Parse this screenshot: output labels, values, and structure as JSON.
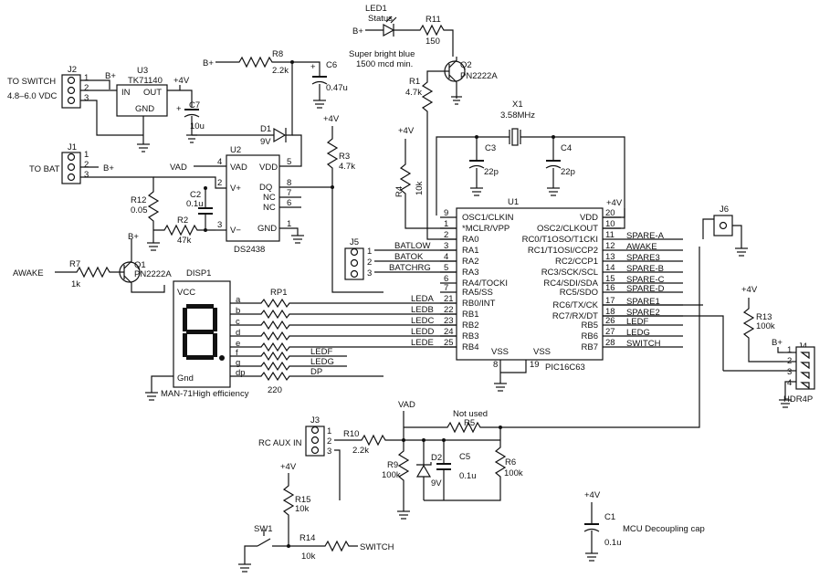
{
  "labels": {
    "to_switch": "TO SWITCH",
    "vdc": "4.8–6.0 VDC",
    "to_bat": "TO BAT",
    "awake_in": "AWAKE",
    "rc_aux": "RC AUX IN",
    "vad_top": "VAD",
    "vad_mid": "VAD",
    "not_used": "Not used",
    "mcu_cap": "MCU Decoupling cap",
    "led_note1": "Super bright blue",
    "led_note2": "1500 mcd min.",
    "switch_net": "SWITCH",
    "bplus": "B+",
    "p4v": "+4V"
  },
  "j2": {
    "ref": "J2",
    "pins": [
      "1",
      "2",
      "3"
    ]
  },
  "j1": {
    "ref": "J1",
    "pins": [
      "1",
      "2",
      "3"
    ]
  },
  "j3": {
    "ref": "J3",
    "pins": [
      "1",
      "2",
      "3"
    ]
  },
  "j5": {
    "ref": "J5",
    "pins": [
      "1",
      "2",
      "3"
    ],
    "nets": [
      "BATLOW",
      "BATOK",
      "BATCHRG"
    ]
  },
  "j6": {
    "ref": "J6"
  },
  "j4": {
    "ref": "J4",
    "name": "HDR4P",
    "pins": [
      "1",
      "2",
      "3",
      "4"
    ]
  },
  "u3": {
    "ref": "U3",
    "part": "TK71140",
    "in": "IN",
    "out": "OUT",
    "gnd": "GND"
  },
  "u2": {
    "ref": "U2",
    "part": "DS2438",
    "pins_left": [
      "4",
      "2",
      "3"
    ],
    "labels_left": [
      "VAD",
      "V+",
      "V−"
    ],
    "pins_right": [
      "5",
      "8",
      "7",
      "6",
      "1"
    ],
    "labels_right": [
      "VDD",
      "DQ",
      "NC",
      "NC",
      "GND"
    ]
  },
  "u1": {
    "ref": "U1",
    "part": "PIC16C63",
    "left_pins": [
      "9",
      "1",
      "2",
      "3",
      "4",
      "5",
      "6",
      "7",
      "21",
      "22",
      "23",
      "24",
      "25"
    ],
    "left_labels": [
      "OSC1/CLKIN",
      "*MCLR/VPP",
      "RA0",
      "RA1",
      "RA2",
      "RA3",
      "RA4/TOCKI",
      "RA5/SS",
      "RB0/INT",
      "RB1",
      "RB2",
      "RB3",
      "RB4"
    ],
    "right_pins": [
      "20",
      "10",
      "11",
      "12",
      "13",
      "14",
      "15",
      "16",
      "17",
      "18",
      "26",
      "27",
      "28"
    ],
    "right_labels": [
      "VDD",
      "OSC2/CLKOUT",
      "RC0/T1OSO/T1CKI",
      "RC1/T1OSI/CCP2",
      "RC2/CCP1",
      "RC3/SCK/SCL",
      "RC4/SDI/SDA",
      "RC5/SDO",
      "RC6/TX/CK",
      "RC7/RX/DT",
      "RB5",
      "RB6",
      "RB7"
    ],
    "right_nets": [
      "",
      "",
      "SPARE-A",
      "AWAKE",
      "SPARE3",
      "SPARE-B",
      "SPARE-C",
      "SPARE-D",
      "SPARE1",
      "SPARE2",
      "LEDF",
      "LEDG",
      "SWITCH"
    ],
    "vss": "VSS",
    "vss_pins": [
      "8",
      "19"
    ]
  },
  "q1": {
    "ref": "Q1",
    "part": "PN2222A"
  },
  "q2": {
    "ref": "Q2",
    "part": "PN2222A"
  },
  "led1": {
    "ref": "LED1",
    "name": "Status"
  },
  "d1": {
    "ref": "D1",
    "value": "9V"
  },
  "d2": {
    "ref": "D2",
    "value": "9V"
  },
  "x1": {
    "ref": "X1",
    "value": "3.58MHz"
  },
  "disp": {
    "ref": "DISP1",
    "part": "MAN-71High efficiency",
    "vcc": "VCC",
    "gnd": "Gnd",
    "segs": [
      "a",
      "b",
      "c",
      "d",
      "e",
      "f",
      "g",
      "dp"
    ],
    "nets": [
      "LEDA",
      "LEDB",
      "LEDC",
      "LEDD",
      "LEDE",
      "LEDF",
      "LEDG",
      "DP"
    ]
  },
  "rp1": {
    "ref": "RP1",
    "value": "220"
  },
  "r": {
    "r1": {
      "ref": "R1",
      "value": "4.7k"
    },
    "r2": {
      "ref": "R2",
      "value": "47k"
    },
    "r3": {
      "ref": "R3",
      "value": "4.7k"
    },
    "r4": {
      "ref": "R4",
      "value": "10k"
    },
    "r5": {
      "ref": "R5"
    },
    "r6": {
      "ref": "R6",
      "value": "100k"
    },
    "r7": {
      "ref": "R7",
      "value": "1k"
    },
    "r8": {
      "ref": "R8",
      "value": "2.2k"
    },
    "r9": {
      "ref": "R9",
      "value": "100k"
    },
    "r10": {
      "ref": "R10",
      "value": "2.2k"
    },
    "r11": {
      "ref": "R11",
      "value": "150"
    },
    "r12": {
      "ref": "R12",
      "value": "0.05"
    },
    "r13": {
      "ref": "R13",
      "value": "100k"
    },
    "r14": {
      "ref": "R14",
      "value": "10k"
    },
    "r15": {
      "ref": "R15",
      "value": "10k"
    }
  },
  "c": {
    "c1": {
      "ref": "C1",
      "value": "0.1u"
    },
    "c2": {
      "ref": "C2",
      "value": "0.1u"
    },
    "c3": {
      "ref": "C3",
      "value": "22p"
    },
    "c4": {
      "ref": "C4",
      "value": "22p"
    },
    "c5": {
      "ref": "C5",
      "value": "0.1u"
    },
    "c6": {
      "ref": "C6",
      "value": "0.47u"
    },
    "c7": {
      "ref": "C7",
      "value": "10u"
    }
  },
  "sw1": {
    "ref": "SW1"
  },
  "plus": "+"
}
